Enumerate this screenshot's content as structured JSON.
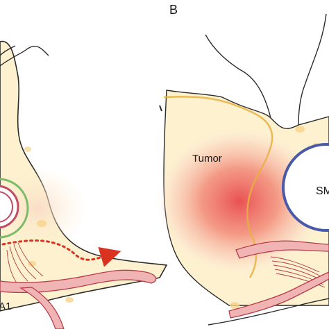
{
  "panel_b_letter": "B",
  "labels": {
    "left_partial": "A1",
    "tumor": "Tumor",
    "vessel_partial": "SM"
  },
  "colors": {
    "fat": "#fdf1cf",
    "fat_spot": "#f6d38a",
    "tumor_core": "#e8484d",
    "vessel_ring_outer": "#4a5aa8",
    "vessel_ring_green": "#7dbb6a",
    "artery_fill": "#f1b4b4",
    "artery_stroke": "#b53c48",
    "arrow": "#d9321f"
  }
}
